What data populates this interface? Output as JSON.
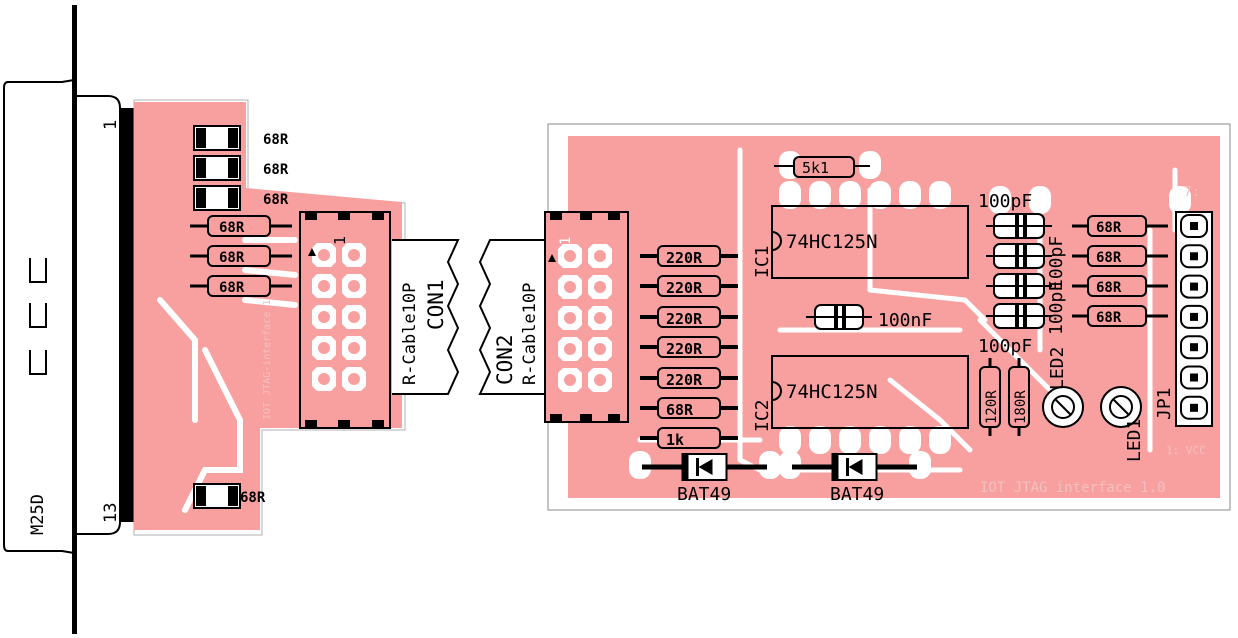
{
  "colors": {
    "copper": "#f8a0a0",
    "ink": "#000000",
    "silk": "#ffffff",
    "label": "#f2c0c0",
    "board": "#ffffff"
  },
  "connector": {
    "name": "M25D",
    "pin_first": "1",
    "pin_last": "13"
  },
  "left_board": {
    "res_labels": [
      "68R",
      "68R",
      "68R",
      "68R",
      "68R",
      "68R",
      "68R"
    ],
    "con_label": "CON1",
    "con_type": "R-Cable10P",
    "pin1": "1",
    "silk_text": "IOT JTAG-interface 1.0"
  },
  "right_board": {
    "con_label": "CON2",
    "con_type": "R-Cable10P",
    "pin1": "1",
    "res_top": "5k1",
    "series_res": [
      "220R",
      "220R",
      "220R",
      "220R",
      "220R",
      "68R",
      "1k"
    ],
    "ic1_label": "IC1",
    "ic1_part": "74HC125N",
    "ic2_label": "IC2",
    "ic2_part": "74HC125N",
    "cap_mid": "100nF",
    "cap_labels": [
      "100pF",
      "100pF",
      "100pF",
      "100pF"
    ],
    "out_res": [
      "68R",
      "68R",
      "68R",
      "68R"
    ],
    "res_v": [
      "120R",
      "180R"
    ],
    "led1": "LED1",
    "led2": "LED2",
    "jp1": "JP1",
    "pin7": "7:",
    "pin1vcc": "1: VCC",
    "diodes": [
      "BAT49",
      "BAT49"
    ],
    "silk_text": "IOT JTAG interface 1.0"
  }
}
